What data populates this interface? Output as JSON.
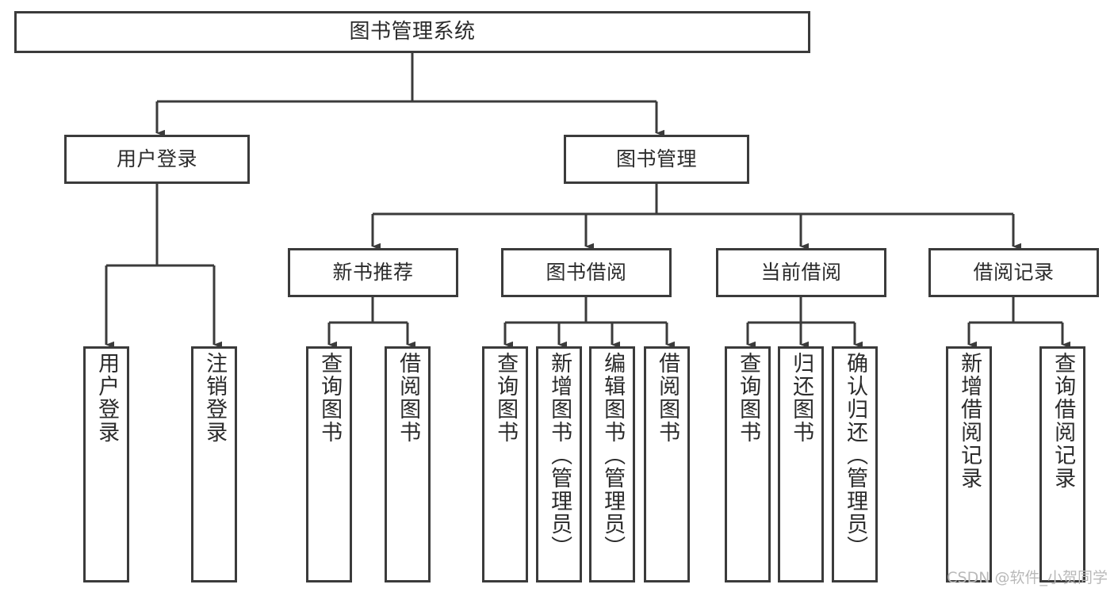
{
  "diagram": {
    "title": "图书管理系统",
    "watermark": "CSDN @软件_小贺同学",
    "line_color": "#3b3b3b",
    "text_color": "#2b2b2b",
    "background": "#ffffff",
    "nodes": {
      "root": {
        "label": "图书管理系统"
      },
      "level2": [
        {
          "label": "用户登录"
        },
        {
          "label": "图书管理"
        }
      ],
      "level3": [
        {
          "label": "新书推荐"
        },
        {
          "label": "图书借阅"
        },
        {
          "label": "当前借阅"
        },
        {
          "label": "借阅记录"
        }
      ],
      "leaves": {
        "user_login": [
          {
            "label": "用户登录"
          },
          {
            "label": "注销登录"
          }
        ],
        "new_book_recommend": [
          {
            "label": "查询图书"
          },
          {
            "label": "借阅图书"
          }
        ],
        "book_borrow": [
          {
            "label": "查询图书"
          },
          {
            "label": "新增图书（管理员）"
          },
          {
            "label": "编辑图书（管理员）"
          },
          {
            "label": "借阅图书"
          }
        ],
        "current_borrow": [
          {
            "label": "查询图书"
          },
          {
            "label": "归还图书"
          },
          {
            "label": "确认归还（管理员）"
          }
        ],
        "borrow_record": [
          {
            "label": "新增借阅记录"
          },
          {
            "label": "查询借阅记录"
          }
        ]
      }
    }
  }
}
